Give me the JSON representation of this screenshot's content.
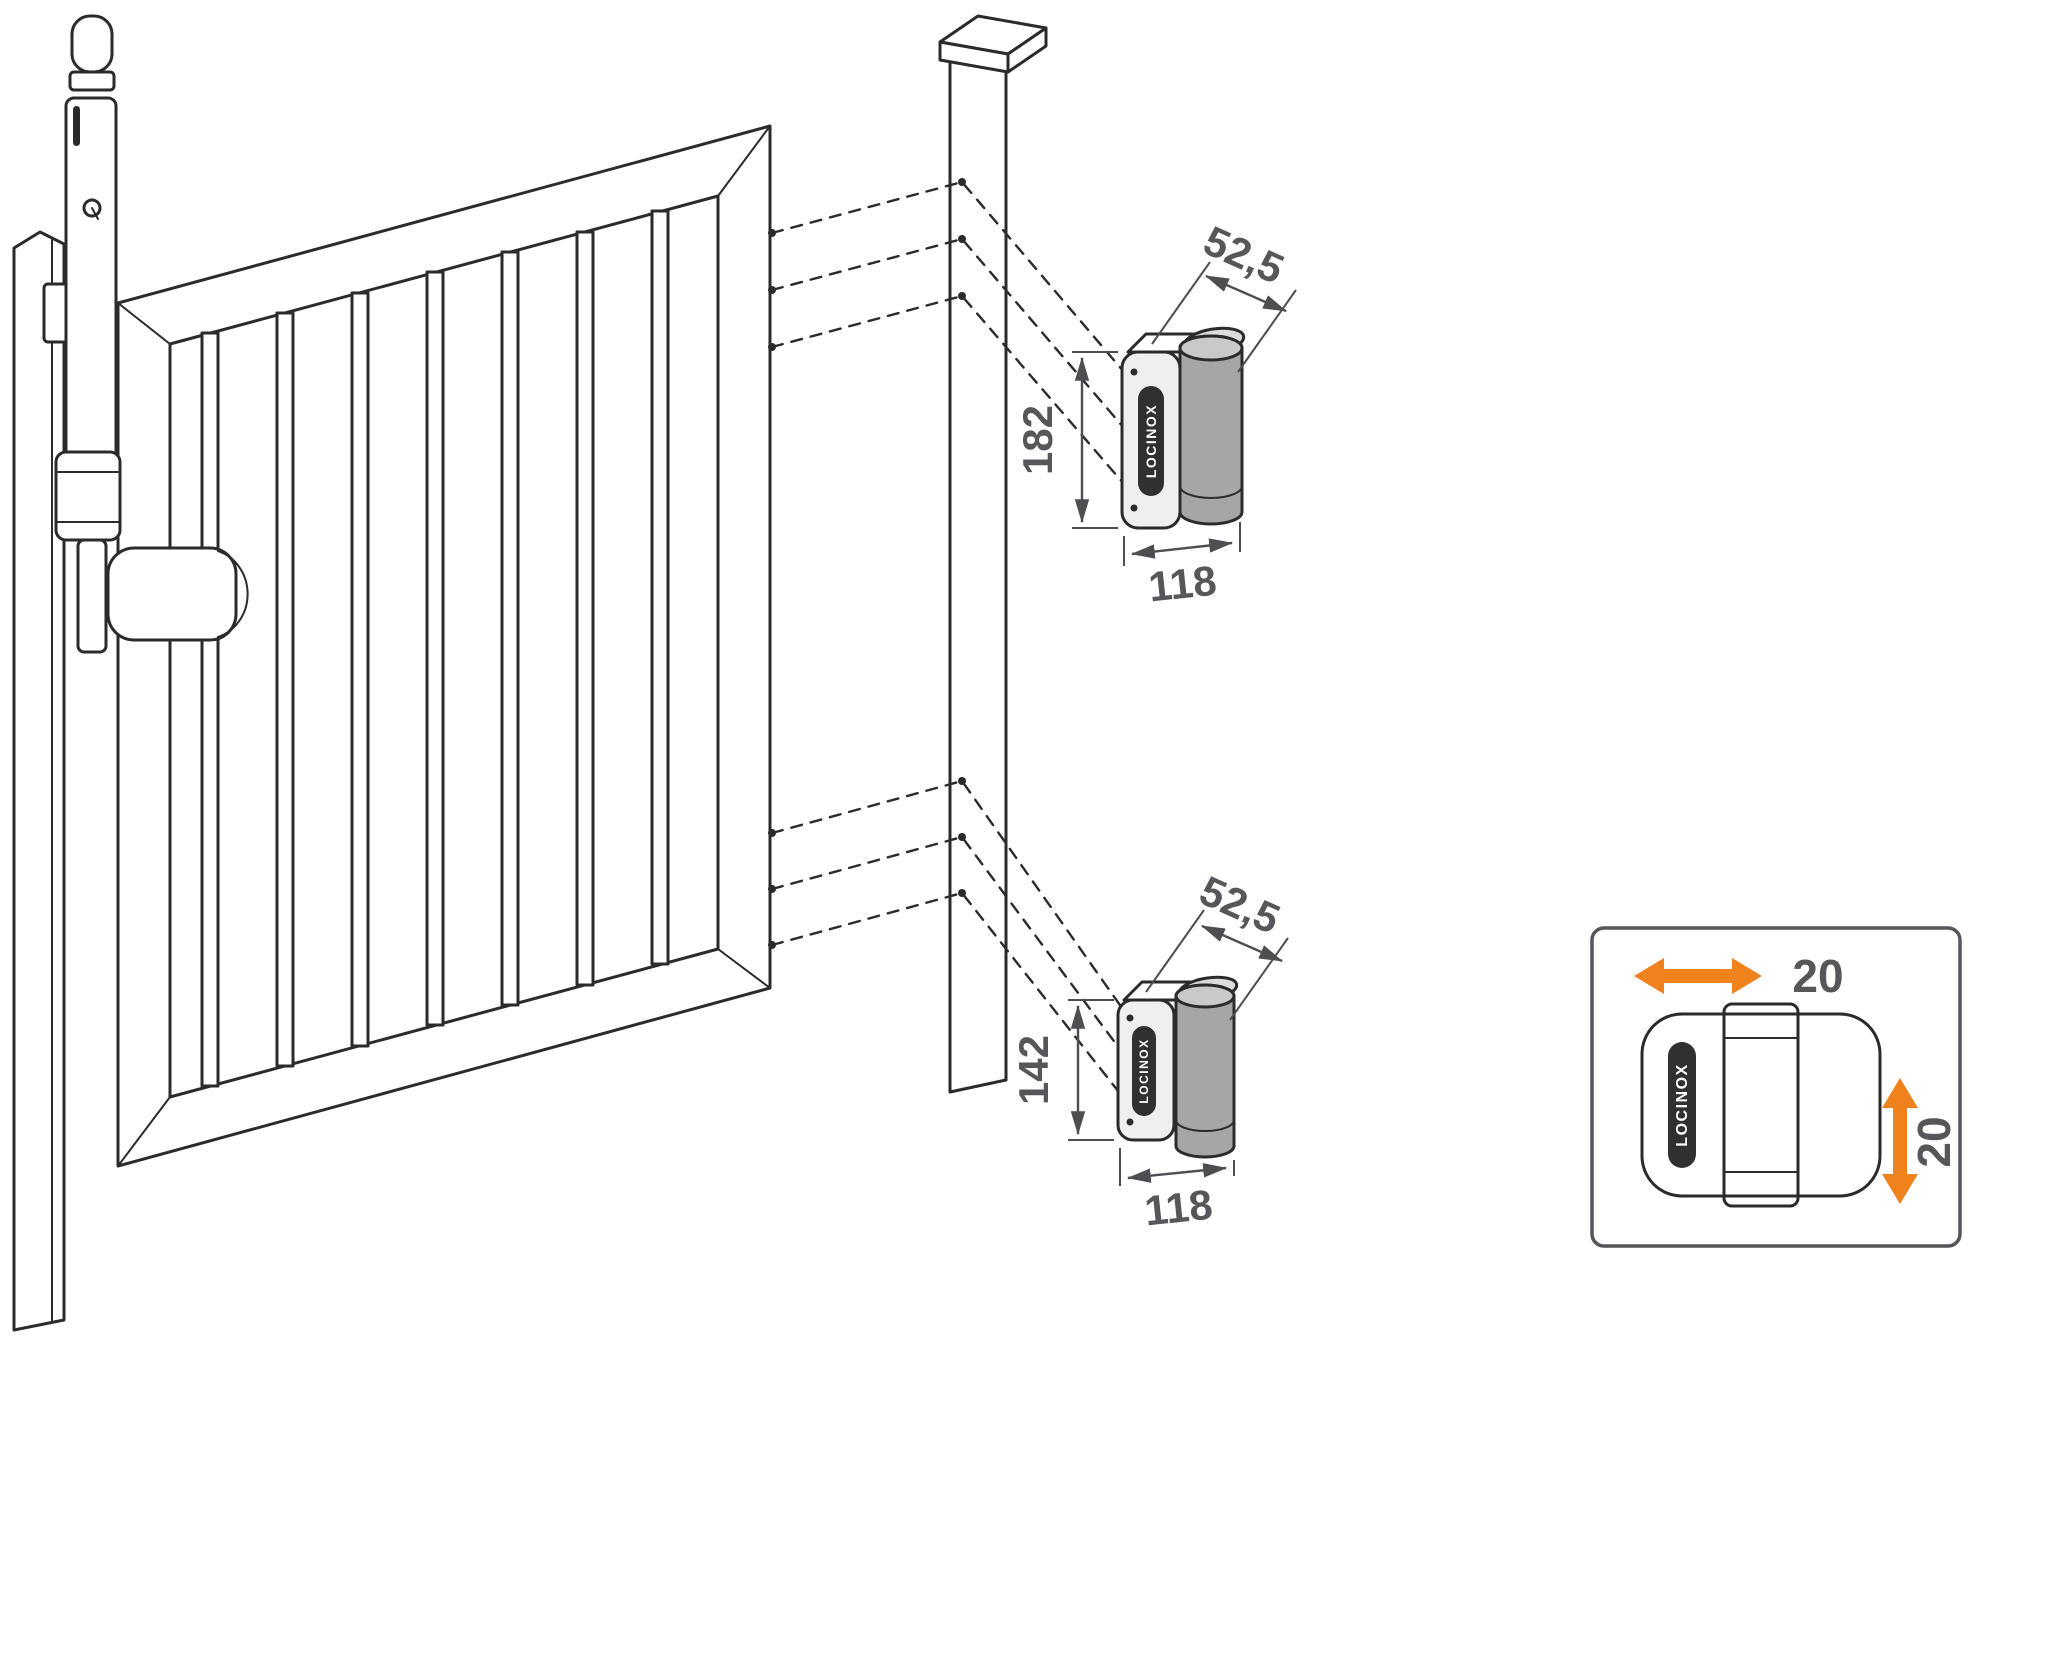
{
  "brand": "LOCINOX",
  "dimensions": {
    "top_hinge": {
      "depth": "52,5",
      "height": "182",
      "width": "118"
    },
    "bottom_hinge": {
      "depth": "52,5",
      "height": "142",
      "width": "118"
    }
  },
  "inset": {
    "horizontal_adjustment": "20",
    "vertical_adjustment": "20"
  },
  "colors": {
    "accent_orange": "#f0821e",
    "line": "#2b2b2b",
    "dimension_gray": "#57575b",
    "metal_gray": "#a6a6a5",
    "badge_dark": "#303030"
  }
}
